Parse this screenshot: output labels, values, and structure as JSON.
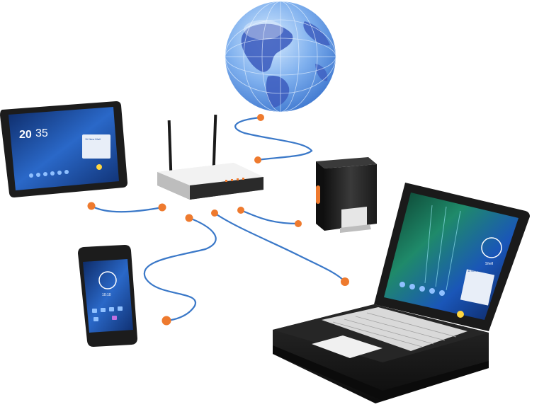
{
  "tablet": {
    "time_hours": "20",
    "time_minutes": "35",
    "mail_label": "11 New Mail"
  },
  "phone": {
    "clock_label": "10:10"
  },
  "laptop": {
    "mail_label": "11 New Mail",
    "clock_label": "Shell"
  },
  "colors": {
    "cable": "#3a78c8",
    "connector": "#ee7a2e",
    "device_body": "#1c1c1c",
    "screen_blue": "#1f4fa0",
    "globe_ocean": "#7fb0ee",
    "globe_land": "#3f5fc0"
  },
  "icons": [
    "globe-icon",
    "router-icon",
    "tablet-icon",
    "phone-icon",
    "server-icon",
    "laptop-icon"
  ]
}
